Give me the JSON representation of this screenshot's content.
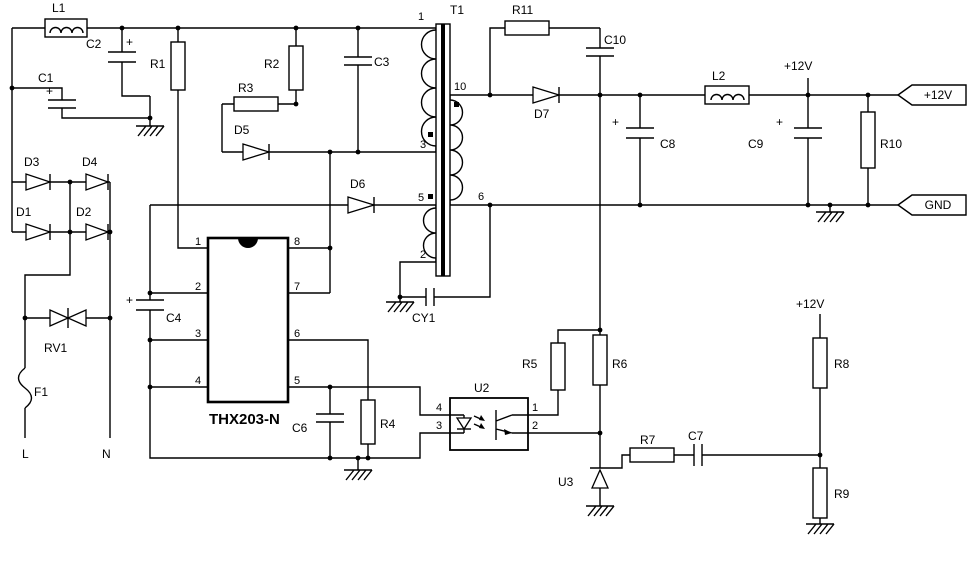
{
  "diagram": {
    "type": "schematic",
    "subject": "THX203-N flyback switching power supply",
    "colors": {
      "background": "#ffffff",
      "ink": "#000000"
    }
  },
  "components": {
    "L1": "L1",
    "C1": "C1",
    "C2": "C2",
    "R1": "R1",
    "R2": "R2",
    "R3": "R3",
    "C3": "C3",
    "D1": "D1",
    "D2": "D2",
    "D3": "D3",
    "D4": "D4",
    "D5": "D5",
    "D6": "D6",
    "D7": "D7",
    "RV1": "RV1",
    "F1": "F1",
    "C4": "C4",
    "C6": "C6",
    "R4": "R4",
    "T1": "T1",
    "CY1": "CY1",
    "R11": "R11",
    "C10": "C10",
    "C8": "C8",
    "L2": "L2",
    "C9": "C9",
    "R10": "R10",
    "R5": "R5",
    "R6": "R6",
    "U2": "U2",
    "U3": "U3",
    "R7": "R7",
    "C7": "C7",
    "R8": "R8",
    "R9": "R9"
  },
  "ic_u1": {
    "part": "THX203-N",
    "pin1": "1",
    "pin2": "2",
    "pin3": "3",
    "pin4": "4",
    "pin5": "5",
    "pin6": "6",
    "pin7": "7",
    "pin8": "8"
  },
  "t1_pins": {
    "pri_top": "1",
    "pri_bottom": "3",
    "aux_top": "5",
    "aux_bottom": "2",
    "sec_top": "10",
    "sec_bottom": "6"
  },
  "u2_pins": {
    "p1": "1",
    "p2": "2",
    "p3": "3",
    "p4": "4"
  },
  "nets": {
    "v12": "+12V",
    "gnd": "GND",
    "line": "L",
    "neutral": "N"
  },
  "symbols": {
    "plus": "+"
  }
}
